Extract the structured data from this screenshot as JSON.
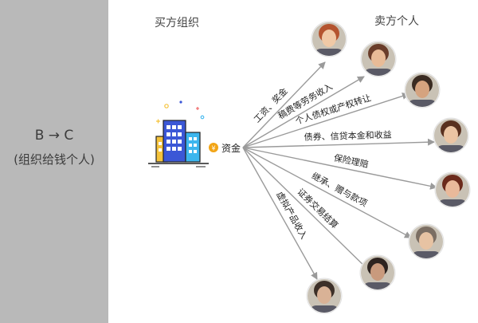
{
  "side": {
    "line1": "B → C",
    "line2": "(组织给钱个人)"
  },
  "headings": {
    "buyer": "买方组织",
    "seller": "卖方个人"
  },
  "center": {
    "money_label": "资金",
    "coin_symbol": "¥"
  },
  "flows": [
    {
      "label": "工资、奖金"
    },
    {
      "label": "稿费等劳务收入"
    },
    {
      "label": "个人债权或产权转让"
    },
    {
      "label": "债券、信贷本金和收益"
    },
    {
      "label": "保险理赔"
    },
    {
      "label": "继承、赠与款项"
    },
    {
      "label": "证券交易结算"
    },
    {
      "label": "虚拟产品收入"
    }
  ],
  "colors": {
    "panel": "#b9b9b9",
    "arrow": "#9a9a9a",
    "building_blue": "#3b57d6",
    "building_yellow": "#f5c33b",
    "building_cyan": "#3cb6ee",
    "coin": "#f2a516"
  }
}
